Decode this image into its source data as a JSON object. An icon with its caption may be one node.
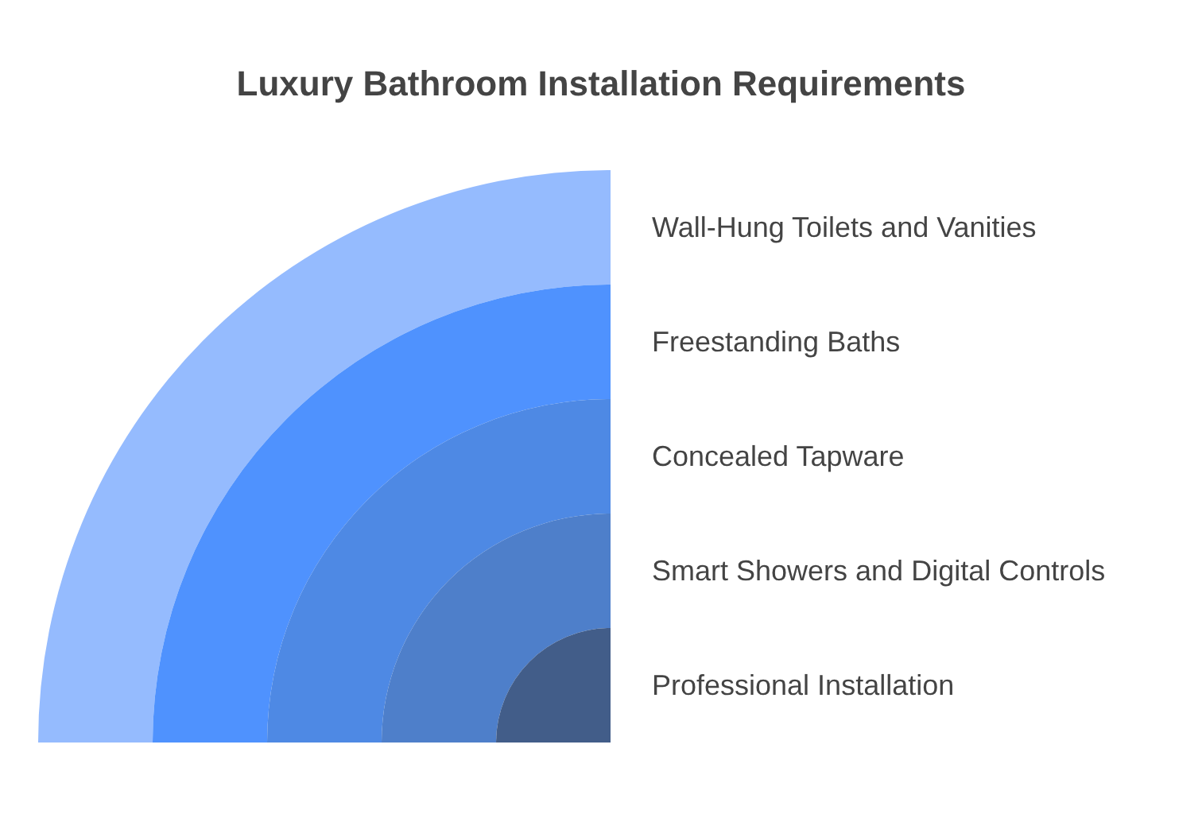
{
  "diagram": {
    "title": "Luxury Bathroom Installation Requirements",
    "nodes": [
      {
        "text": [
          "Wall-Hung Toilets and Vanities"
        ]
      },
      {
        "text": [
          "Freestanding Baths"
        ],
        "in": 0
      },
      {
        "text": [
          "Concealed Tapware"
        ],
        "in": 1
      },
      {
        "text": [
          "Smart Showers and Digital Controls"
        ],
        "in": 2
      },
      {
        "text": [
          "Professional Installation"
        ],
        "in": 3
      }
    ]
  }
}
